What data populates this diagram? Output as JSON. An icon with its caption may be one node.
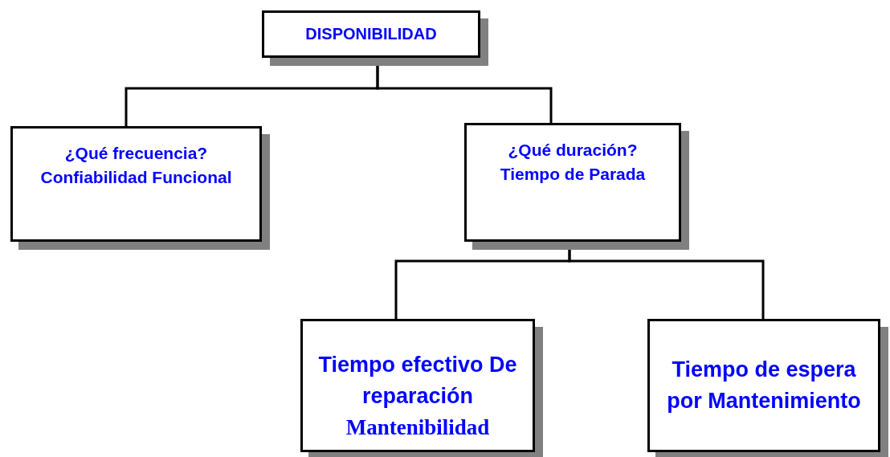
{
  "diagram": {
    "nodes": [
      {
        "text": [
          "DISPONIBILIDAD"
        ]
      },
      {
        "text": [
          "¿Qué frecuencia?",
          "Confiabilidad Funcional"
        ]
      },
      {
        "text": [
          "¿Qué duración?",
          "Tiempo de Parada"
        ]
      },
      {
        "text": [
          "Tiempo efectivo De reparación",
          "Mantenibilidad"
        ]
      },
      {
        "text": [
          "Tiempo de espera por Mantenimiento"
        ]
      }
    ],
    "edges": [
      {
        "from": 0,
        "to": 1,
        "arrow": "none"
      },
      {
        "from": 0,
        "to": 2,
        "arrow": "none"
      },
      {
        "from": 2,
        "to": 3,
        "arrow": "none"
      },
      {
        "from": 2,
        "to": 4,
        "arrow": "none"
      }
    ]
  }
}
